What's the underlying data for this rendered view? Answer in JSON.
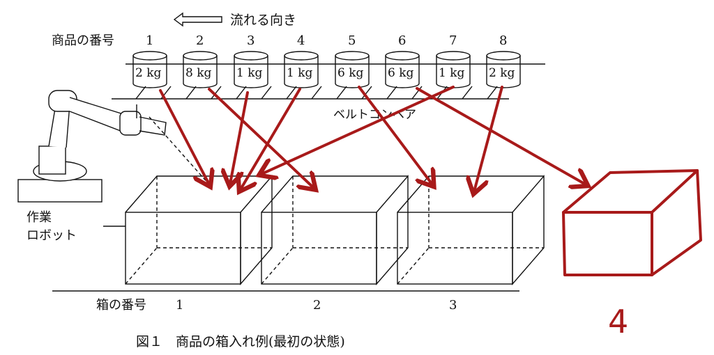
{
  "flow_label": "流れる向き",
  "item_label": "商品の番号",
  "items": [
    {
      "no": "1",
      "weight": "2 kg",
      "box": "1"
    },
    {
      "no": "2",
      "weight": "8 kg",
      "box": "2"
    },
    {
      "no": "3",
      "weight": "1 kg",
      "box": "1"
    },
    {
      "no": "4",
      "weight": "1 kg",
      "box": "1"
    },
    {
      "no": "5",
      "weight": "6 kg",
      "box": "3"
    },
    {
      "no": "6",
      "weight": "6 kg",
      "box": "4"
    },
    {
      "no": "7",
      "weight": "1 kg",
      "box": "1"
    },
    {
      "no": "8",
      "weight": "2 kg",
      "box": "3"
    }
  ],
  "conveyor_label": "ベルトコンベア",
  "robot_label": [
    "作業",
    "ロボット"
  ],
  "box_label": "箱の番号",
  "boxes": [
    "1",
    "2",
    "3"
  ],
  "handwritten_box": "4",
  "caption": "図１　商品の箱入れ例(最初の状態)",
  "colors": {
    "ink": "#111111",
    "annotation": "#a81a1a"
  }
}
